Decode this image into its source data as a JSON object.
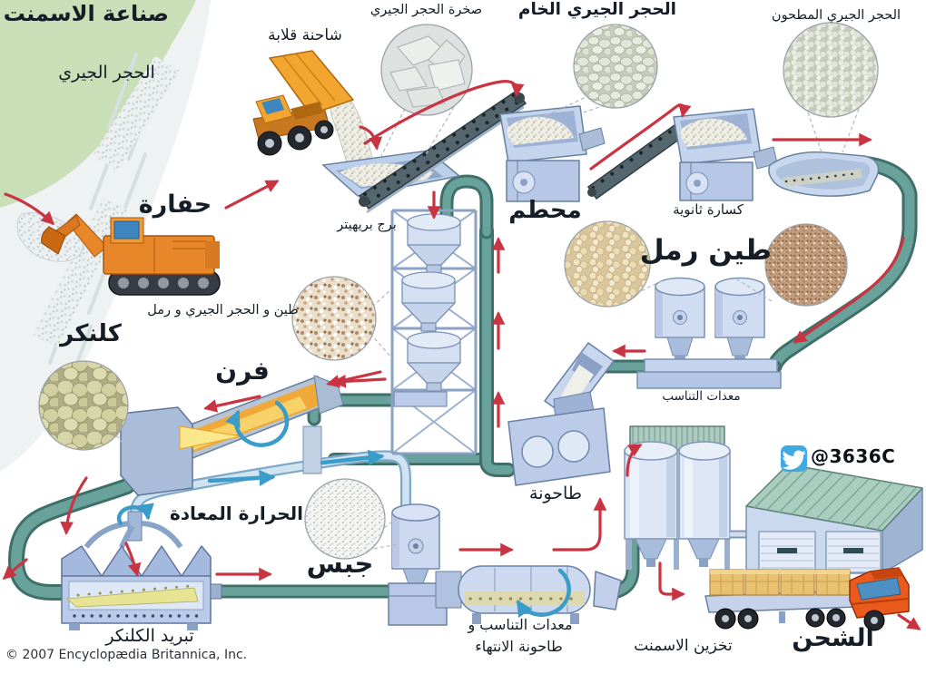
{
  "title": "صناعة الاسمنت",
  "copyright": "© 2007 Encyclopædia Britannica, Inc.",
  "watermark": {
    "icon": "twitter-bird-icon",
    "handle": "@3636C"
  },
  "stages": {
    "limestone": "الحجر الجيري",
    "dump_truck": "شاحنة قلابة",
    "limestone_rock": "صخرة الحجر الجيري",
    "raw_limestone": "الحجر الجيري الخام",
    "ground_limestone": "الحجر الجيري المطحون",
    "excavator": "حفارة",
    "crusher": "محطم",
    "secondary_crusher": "كسارة ثانوية",
    "clay_sand": "طين رمل",
    "preheater_tower": "برج بريهيتر",
    "clay_limestone_sand_mix": "طين و الحجر الجيري و رمل",
    "clinker": "كلنكر",
    "kiln": "فرن",
    "proportioning_equipment": "معدات التناسب",
    "mill": "طاحونة",
    "recycled_heat": "الحرارة المعادة",
    "gypsum": "جبس",
    "clinker_cooling": "تبريد الكلنكر",
    "proportioning_finishing_line1": "معدات التناسب و",
    "proportioning_finishing_line2": "طاحونة الانتهاء",
    "cement_storage": "تخزين الاسمنت",
    "shipping": "الشحن"
  },
  "colors": {
    "flow_arrow": "#c93442",
    "heat_arrow": "#3a9cc8",
    "pipe_teal": "#5d968f",
    "machine_blue": "#c5d4ec",
    "hill_green": "#c8dfb8",
    "roof_green": "#a9cdbf",
    "vehicle_orange": "#e8872a",
    "twitter_blue": "#3fa9e4"
  }
}
